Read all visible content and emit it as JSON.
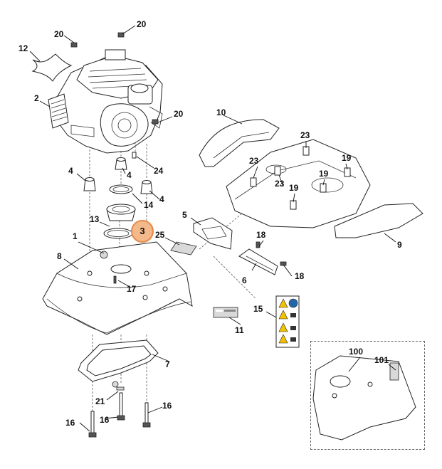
{
  "diagram": {
    "callouts": [
      {
        "id": "c1",
        "label": "1"
      },
      {
        "id": "c2",
        "label": "2"
      },
      {
        "id": "c3",
        "label": "3",
        "highlight": true
      },
      {
        "id": "c4a",
        "label": "4"
      },
      {
        "id": "c4b",
        "label": "4"
      },
      {
        "id": "c4c",
        "label": "4"
      },
      {
        "id": "c5",
        "label": "5"
      },
      {
        "id": "c6",
        "label": "6"
      },
      {
        "id": "c7",
        "label": "7"
      },
      {
        "id": "c8",
        "label": "8"
      },
      {
        "id": "c9",
        "label": "9"
      },
      {
        "id": "c10",
        "label": "10"
      },
      {
        "id": "c11",
        "label": "11"
      },
      {
        "id": "c12",
        "label": "12"
      },
      {
        "id": "c13",
        "label": "13"
      },
      {
        "id": "c14",
        "label": "14"
      },
      {
        "id": "c15",
        "label": "15"
      },
      {
        "id": "c16a",
        "label": "16"
      },
      {
        "id": "c16b",
        "label": "16"
      },
      {
        "id": "c16c",
        "label": "16"
      },
      {
        "id": "c17",
        "label": "17"
      },
      {
        "id": "c18a",
        "label": "18"
      },
      {
        "id": "c18b",
        "label": "18"
      },
      {
        "id": "c19a",
        "label": "19"
      },
      {
        "id": "c19b",
        "label": "19"
      },
      {
        "id": "c19c",
        "label": "19"
      },
      {
        "id": "c20a",
        "label": "20"
      },
      {
        "id": "c20b",
        "label": "20"
      },
      {
        "id": "c20c",
        "label": "20"
      },
      {
        "id": "c21",
        "label": "21"
      },
      {
        "id": "c23a",
        "label": "23"
      },
      {
        "id": "c23b",
        "label": "23"
      },
      {
        "id": "c23c",
        "label": "23"
      },
      {
        "id": "c24",
        "label": "24"
      },
      {
        "id": "c25",
        "label": "25"
      },
      {
        "id": "c100",
        "label": "100"
      },
      {
        "id": "c101",
        "label": "101"
      }
    ],
    "highlight_color": "#f3b98a",
    "highlight_border": "#e58a4a"
  }
}
